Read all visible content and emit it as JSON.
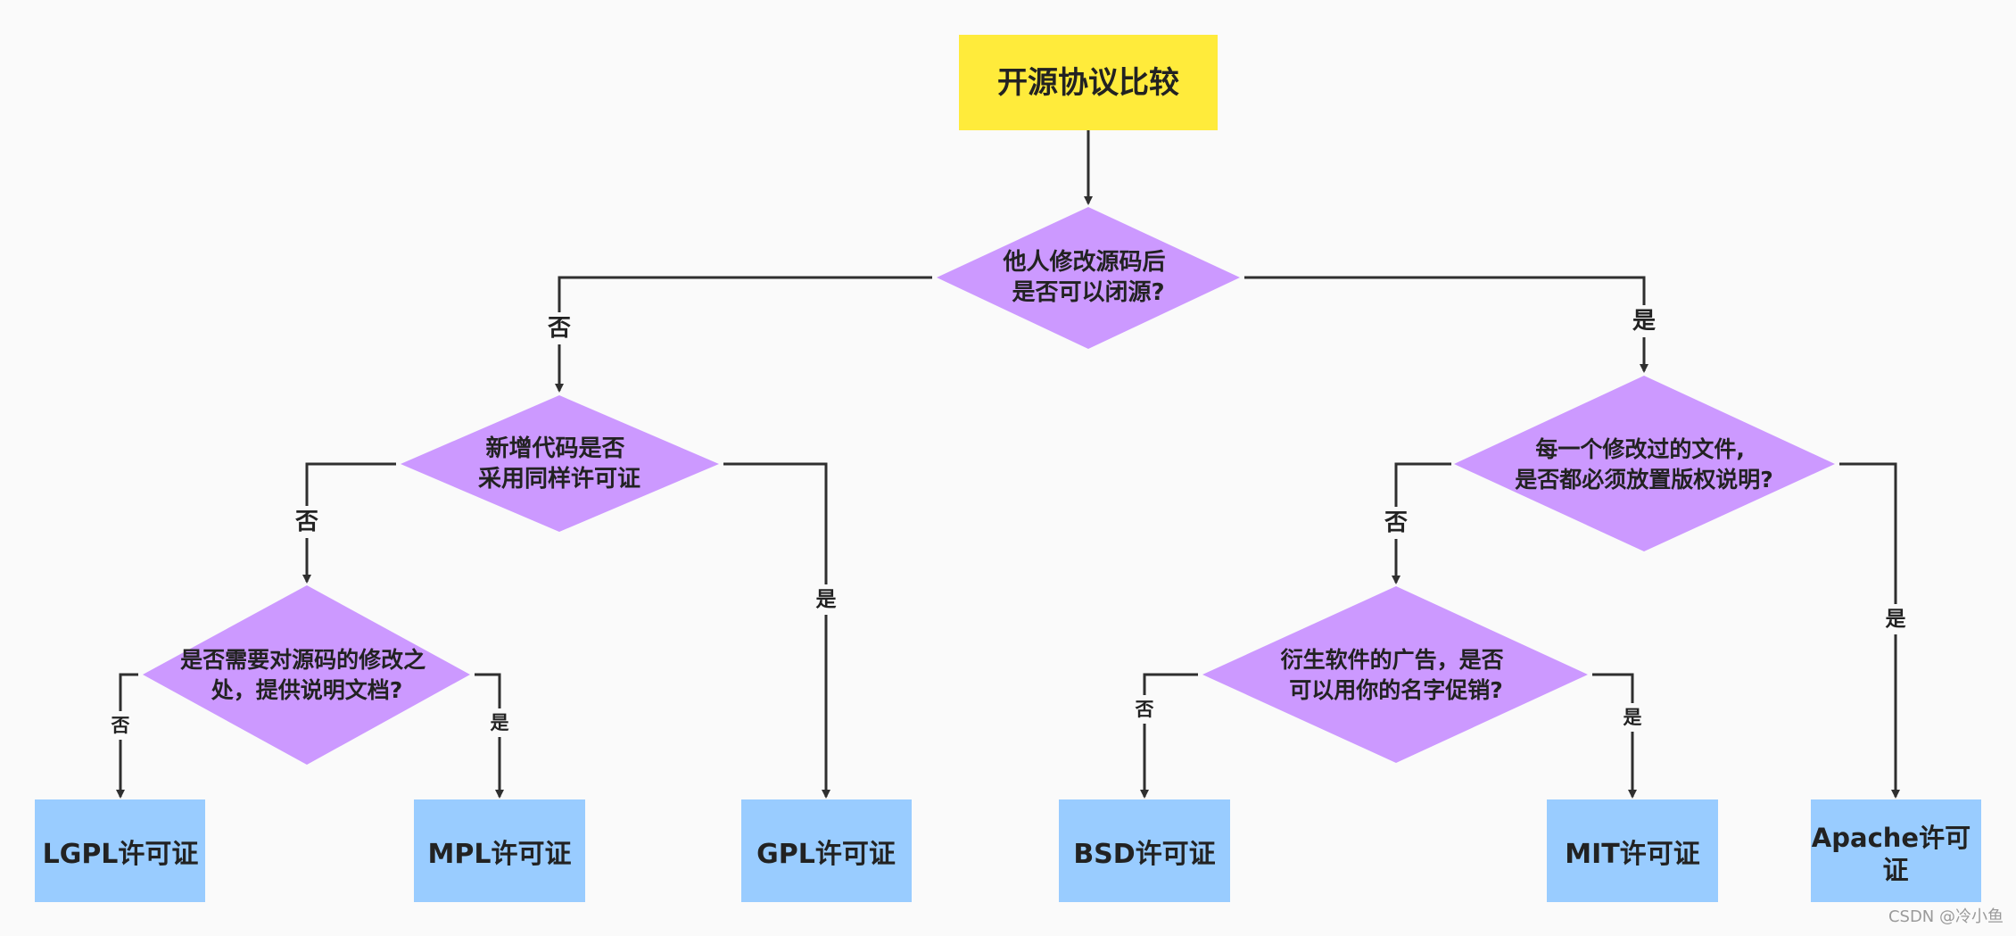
{
  "diagram": {
    "title": "开源协议比较",
    "questions": {
      "q1": [
        "他人修改源码后",
        "是否可以闭源?"
      ],
      "q2": [
        "新增代码是否",
        "采用同样许可证"
      ],
      "q3": [
        "每一个修改过的文件,",
        "是否都必须放置版权说明?"
      ],
      "q4": [
        "是否需要对源码的修改之",
        "处，提供说明文档?"
      ],
      "q5": [
        "衍生软件的广告，是否",
        "可以用你的名字促销?"
      ]
    },
    "licenses": {
      "lgpl": [
        "LGPL许可证"
      ],
      "mpl": [
        "MPL许可证"
      ],
      "gpl": [
        "GPL许可证"
      ],
      "bsd": [
        "BSD许可证"
      ],
      "mit": [
        "MIT许可证"
      ],
      "apache": [
        "Apache许可",
        "证"
      ]
    },
    "edge_labels": {
      "q1_no": "否",
      "q1_yes": "是",
      "q2_no": "否",
      "q2_yes": "是",
      "q3_no": "否",
      "q3_yes": "是",
      "q4_no": "否",
      "q4_yes": "是",
      "q5_no": "否",
      "q5_yes": "是"
    },
    "colors": {
      "title_fill": "#ffeb3b",
      "decision_fill": "#cc99ff",
      "result_fill": "#99ccff",
      "line": "#2f2f2f",
      "text": "#222222"
    }
  },
  "watermark": "CSDN @冷小鱼"
}
